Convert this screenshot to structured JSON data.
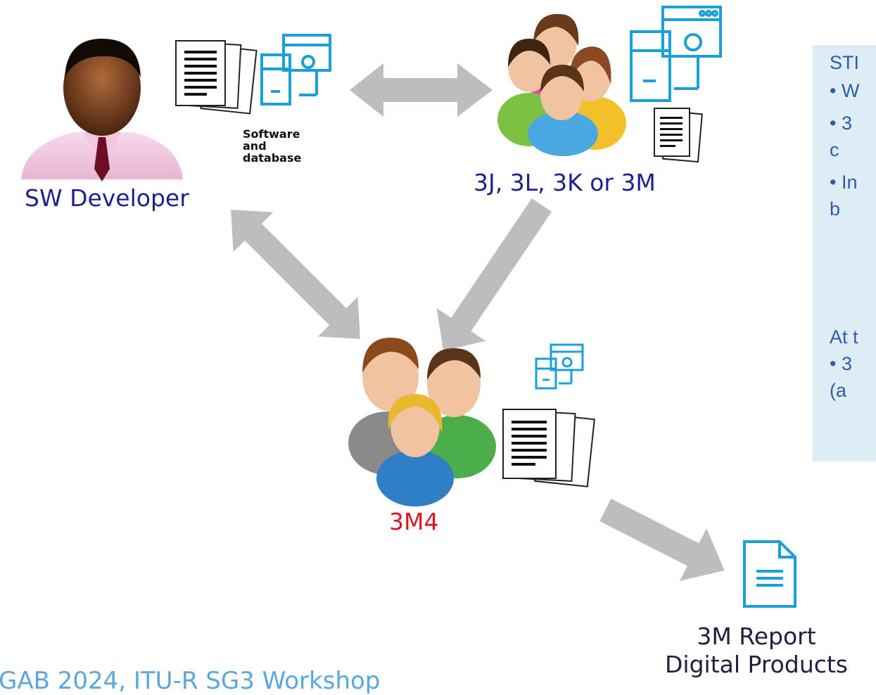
{
  "nodes": {
    "developer": "SW Developer",
    "groups": "3J, 3L, 3K or 3M",
    "team": "3M4",
    "report_line1": "3M Report",
    "report_line2": "Digital Products"
  },
  "caption": {
    "line1": "Software",
    "line2": "and",
    "line3": "database"
  },
  "info_box": {
    "lines": [
      "STI",
      "•  W",
      "•  3",
      "    c",
      "•  In",
      "    b",
      "At t",
      "•  3",
      "    (a"
    ]
  },
  "footer": "GAB 2024, ITU-R SG3 Workshop",
  "colors": {
    "text_blue": "#1f1f8f",
    "team_red": "#e0141e",
    "arrow_gray": "#bdbdbd",
    "icon_blue": "#1a9fd6",
    "box_bg": "#deedf5"
  }
}
